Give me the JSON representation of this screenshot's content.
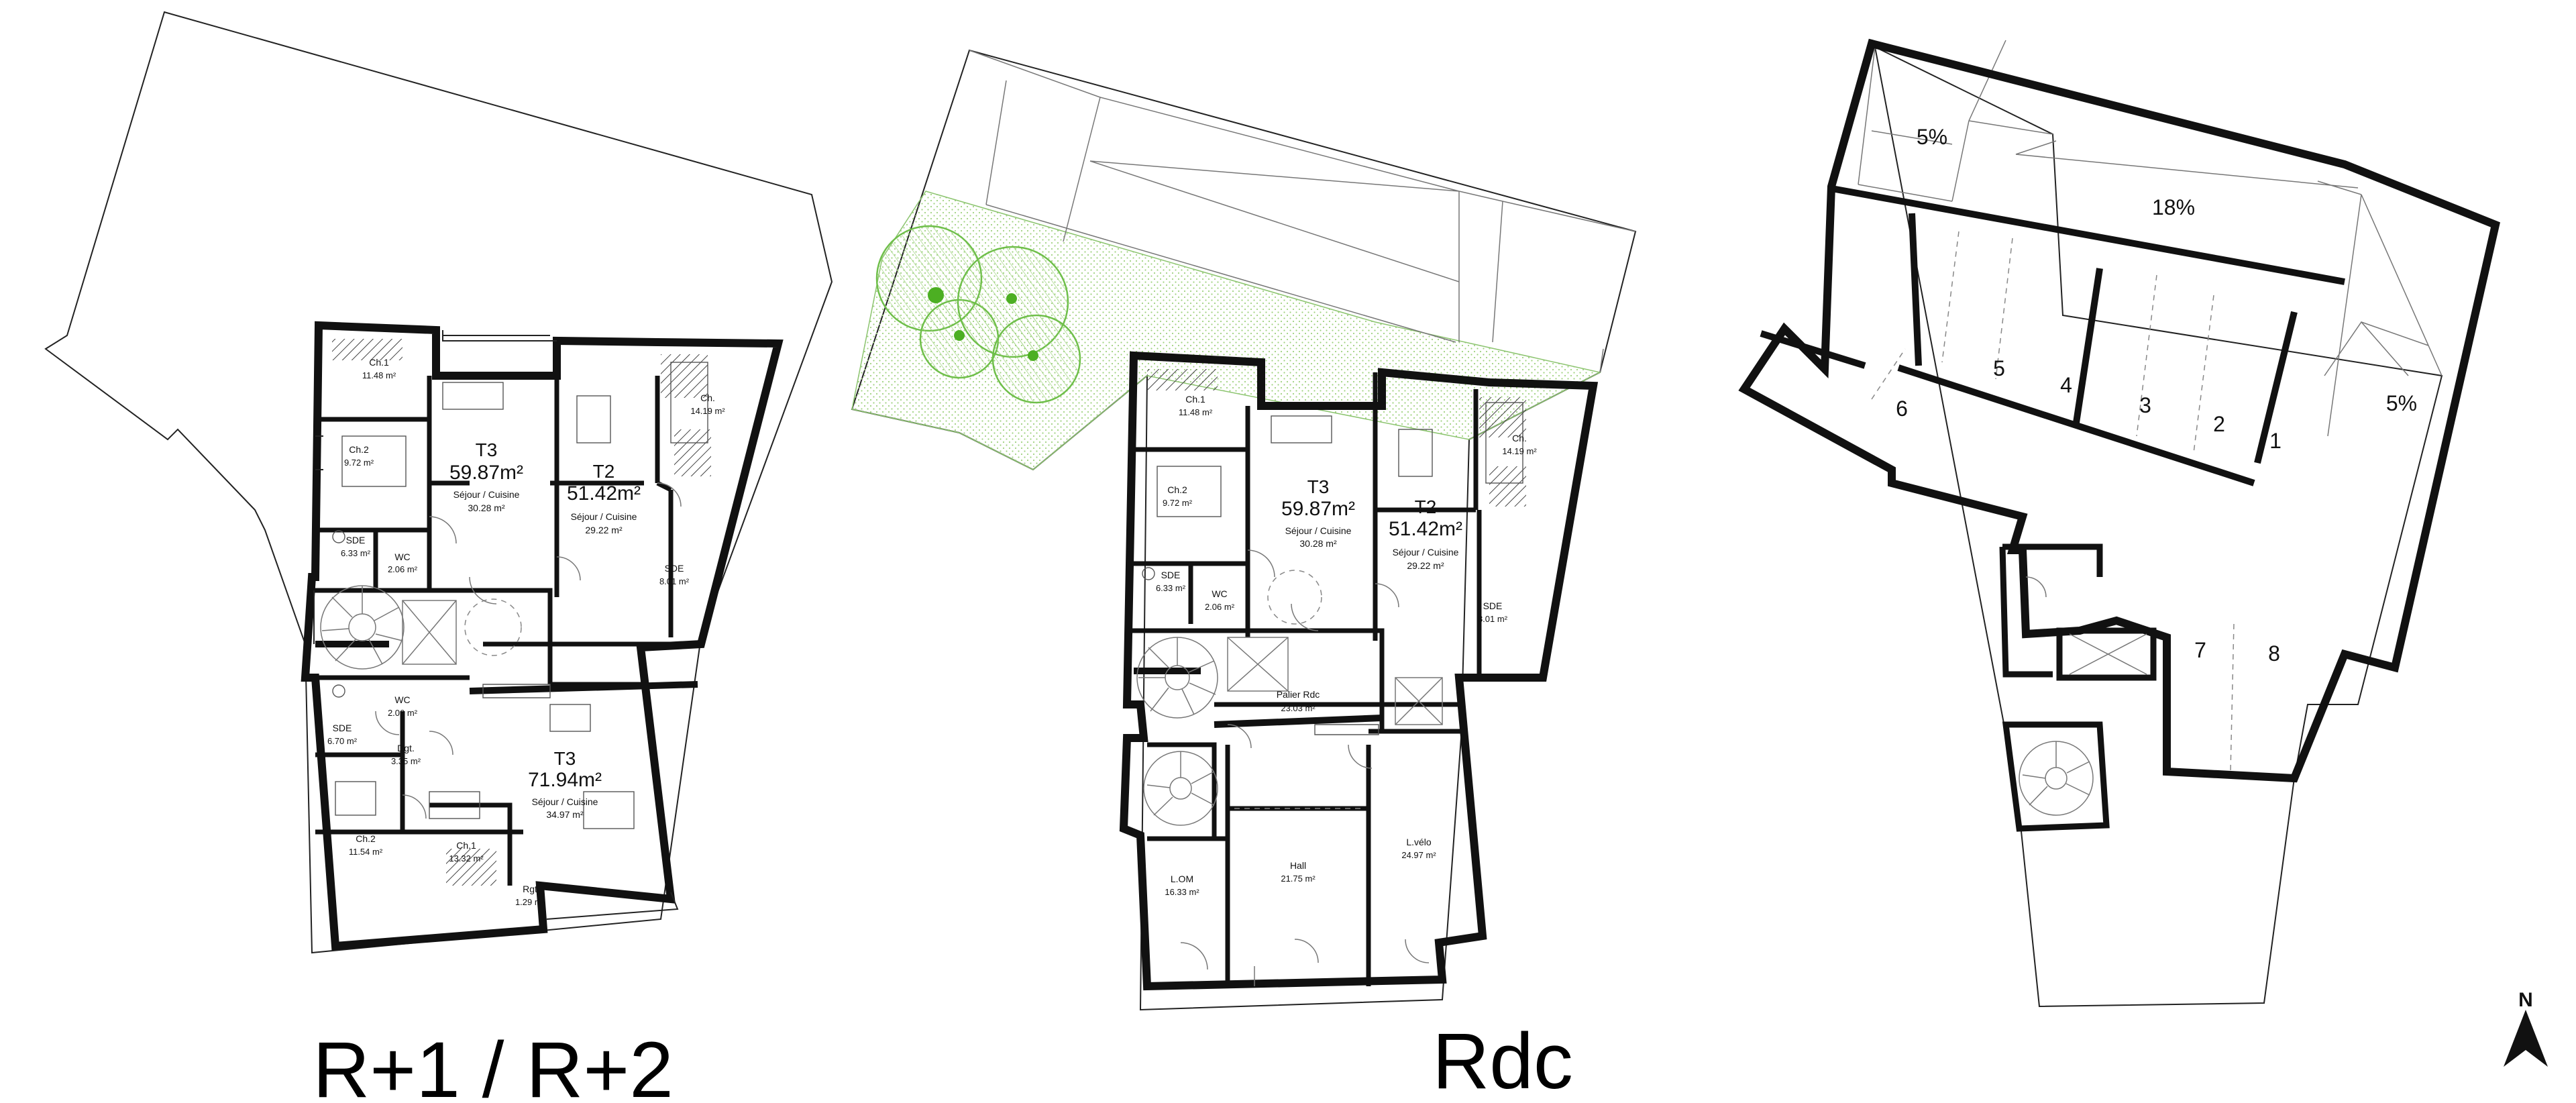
{
  "plans": {
    "upper": {
      "title": "R+1 / R+2",
      "apartments": [
        {
          "type": "T3",
          "area": "59.87m²",
          "sub": "Séjour / Cuisine",
          "sub_area": "30.28 m²"
        },
        {
          "type": "T2",
          "area": "51.42m²",
          "sub": "Séjour / Cuisine",
          "sub_area": "29.22 m²"
        },
        {
          "type": "T3",
          "area": "71.94m²",
          "sub": "Séjour / Cuisine",
          "sub_area": "34.97 m²"
        }
      ],
      "rooms": [
        {
          "name": "Ch.1",
          "area": "11.48 m²"
        },
        {
          "name": "Ch.2",
          "area": "9.72 m²"
        },
        {
          "name": "SDE",
          "area": "6.33 m²"
        },
        {
          "name": "WC",
          "area": "2.06 m²"
        },
        {
          "name": "Ch.",
          "area": "14.19 m²"
        },
        {
          "name": "SDE",
          "area": "8.01 m²"
        },
        {
          "name": "SDE",
          "area": "6.70 m²"
        },
        {
          "name": "WC",
          "area": "2.06 m²"
        },
        {
          "name": "Dgt.",
          "area": "3.35 m²"
        },
        {
          "name": "Ch.2",
          "area": "11.54 m²"
        },
        {
          "name": "Ch.1",
          "area": "13.32 m²"
        },
        {
          "name": "Rgt",
          "area": "1.29 m²"
        }
      ]
    },
    "ground": {
      "title": "Rdc",
      "apartments": [
        {
          "type": "T3",
          "area": "59.87m²",
          "sub": "Séjour / Cuisine",
          "sub_area": "30.28 m²"
        },
        {
          "type": "T2",
          "area": "51.42m²",
          "sub": "Séjour / Cuisine",
          "sub_area": "29.22 m²"
        }
      ],
      "rooms": [
        {
          "name": "Ch.1",
          "area": "11.48 m²"
        },
        {
          "name": "Ch.2",
          "area": "9.72 m²"
        },
        {
          "name": "SDE",
          "area": "6.33 m²"
        },
        {
          "name": "WC",
          "area": "2.06 m²"
        },
        {
          "name": "Ch.",
          "area": "14.19 m²"
        },
        {
          "name": "SDE",
          "area": "8.01 m²"
        },
        {
          "name": "Palier Rdc",
          "area": "23.03 m²"
        },
        {
          "name": "L.OM",
          "area": "16.33 m²"
        },
        {
          "name": "Hall",
          "area": "21.75 m²"
        },
        {
          "name": "L.vélo",
          "area": "24.97 m²"
        }
      ]
    },
    "basement": {
      "slopes": [
        "5%",
        "18%",
        "5%"
      ],
      "parking": [
        "1",
        "2",
        "3",
        "4",
        "5",
        "6",
        "7",
        "8"
      ]
    }
  },
  "north_label": "N",
  "colors": {
    "walls": "#111111",
    "vegetation": "#6fbf4a",
    "background": "#ffffff"
  },
  "icons": {
    "north_arrow": "north-arrow-icon"
  }
}
